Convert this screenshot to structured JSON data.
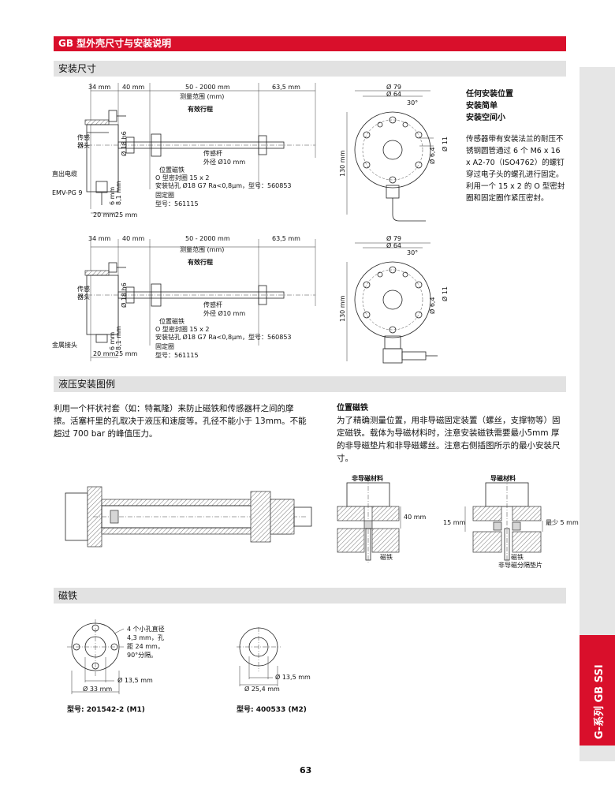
{
  "header": {
    "title": "GB 型外壳尺寸与安装说明"
  },
  "sections": {
    "install_dims": "安装尺寸",
    "hydraulic": "液压安装图例",
    "magnet": "磁铁"
  },
  "dims1": {
    "d34": "34 mm",
    "d40": "40 mm",
    "d50": "50 - 2000 mm",
    "d635": "63,5 mm",
    "range": "测量范围 (mm)",
    "stroke": "有效行程",
    "sensor_head": "传感\n器头",
    "d18": "Ø 18 h6",
    "rod": "传感杆",
    "rod_dia": "外径 Ø10 mm",
    "pos_magnet": "位置磁铁",
    "oring": "O 型密封圈 15 x 2",
    "hole": "安装钻孔 Ø18 G7 Ra<0,8µm，型号：560853",
    "fix_ring": "固定圈",
    "model_fix": "型号：561115",
    "cable": "直出电缆",
    "connector": "EMV-PG 9",
    "d20": "20 mm",
    "d25": "25 mm",
    "d6": "6 mm",
    "d81": "8,1 mm",
    "d79": "Ø 79",
    "d64": "Ø 64",
    "d30": "30°",
    "d130": "130 mm",
    "d64b": "Ø 6,4",
    "d11": "Ø 11"
  },
  "dims2": {
    "connector": "金属接头"
  },
  "info": {
    "t1": "任何安装位置",
    "t2": "安装简单",
    "t3": "安装空间小",
    "body": "传感器带有安装法兰的耐压不锈钢圆管通过 6 个 M6 x 16 x A2-70（ISO4762）的螺钉穿过电子头的螺孔进行固定。利用一个 15 x 2 的 O 型密封圈和固定圈作紧压密封。"
  },
  "hydraulic": {
    "text": "利用一个杆状衬套（如：特氟隆）来防止磁铁和传感器杆之间的摩擦。活塞杆里的孔取决于液压和速度等。孔径不能小于 13mm。不能超过 700 bar 的峰值压力。",
    "pos_title": "位置磁铁",
    "pos_text": "为了精确测量位置，用非导磁固定装置（螺丝，支撑物等）固定磁铁。载体为导磁材料时，注意安装磁铁需要最小5mm  厚的非导磁垫片和非导磁螺丝。注意右侧插图所示的最小安装尺寸。",
    "nonmag": "非导磁材料",
    "mag": "导磁材料",
    "d40": "40 mm",
    "d15": "15 mm",
    "min5": "最少 5 mm",
    "magnet": "磁铁",
    "spacer": "非导磁分隔垫片"
  },
  "magnets": {
    "m1_note": "4 个小孔直径 4,3 mm，孔距 24 mm，90°分隔。",
    "m1_d135": "Ø 13,5 mm",
    "m1_d33": "Ø 33 mm",
    "m1_model": "型号: 201542-2 (M1)",
    "m2_d135": "Ø 13,5 mm",
    "m2_d254": "Ø 25,4 mm",
    "m2_model": "型号: 400533 (M2)"
  },
  "side": {
    "label": "G-系列  GB SSI"
  },
  "page": {
    "number": "63"
  }
}
